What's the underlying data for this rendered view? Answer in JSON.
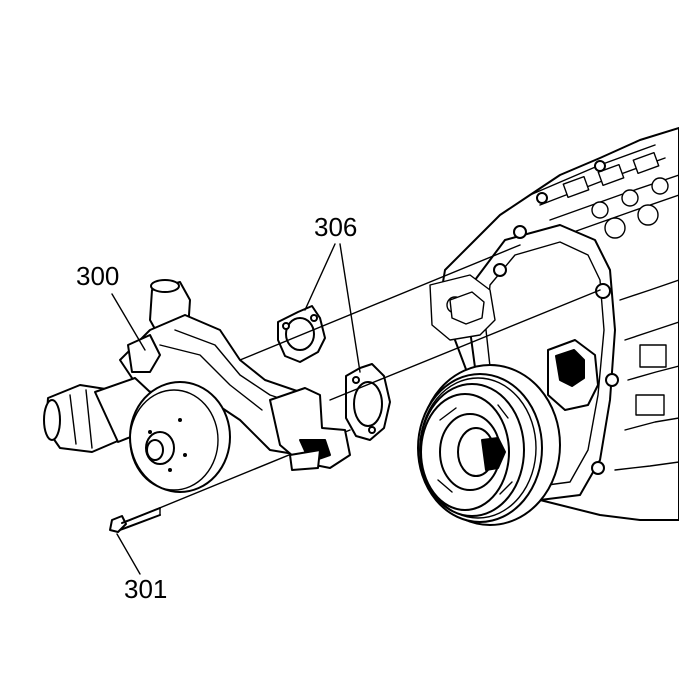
{
  "callouts": {
    "water_pump": "300",
    "bolt": "301",
    "gaskets": "306"
  }
}
